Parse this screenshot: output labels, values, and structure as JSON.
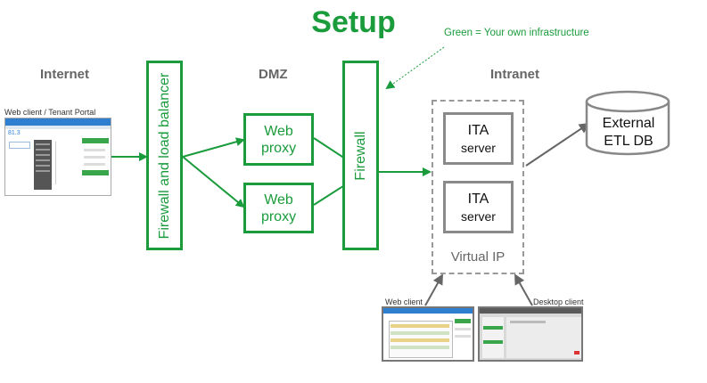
{
  "title": "Setup",
  "legend_note": "Green = Your own infrastructure",
  "zones": {
    "internet": "Internet",
    "dmz": "DMZ",
    "intranet": "Intranet"
  },
  "internet_client": {
    "caption": "Web client / Tenant Portal",
    "screen_value": "81.3"
  },
  "firewall_lb": "Firewall and load balancer",
  "proxies": [
    {
      "line1": "Web",
      "line2": "proxy"
    },
    {
      "line1": "Web",
      "line2": "proxy"
    }
  ],
  "firewall": "Firewall",
  "servers": [
    {
      "line1": "ITA",
      "line2": "server"
    },
    {
      "line1": "ITA",
      "line2": "server"
    }
  ],
  "virtual_ip": "Virtual IP",
  "database": {
    "line1": "External",
    "line2": "ETL DB"
  },
  "intranet_clients": {
    "web": "Web client",
    "desktop": "Desktop client"
  },
  "colors": {
    "infrastructure": "#1a9b3c",
    "server_border": "#8a8a8a",
    "arrow_gray": "#666666"
  }
}
